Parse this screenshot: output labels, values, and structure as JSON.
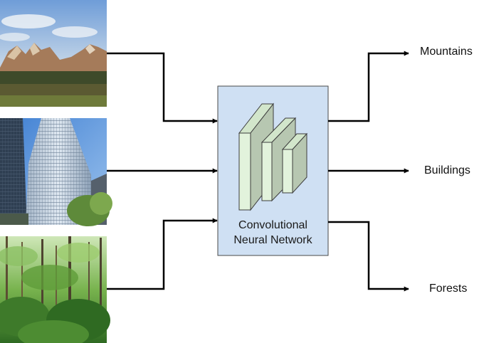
{
  "network": {
    "line1": "Convolutional",
    "line2": "Neural Network"
  },
  "outputs": {
    "mountains": "Mountains",
    "buildings": "Buildings",
    "forests": "Forests"
  },
  "colors": {
    "network_fill": "#cfe0f3",
    "layer_fill": "#e2f3dc",
    "layer_side": "#b7c7b1",
    "layer_top": "#d2e6cb",
    "line": "#000000"
  },
  "inputs": [
    {
      "kind": "mountains-photo"
    },
    {
      "kind": "buildings-photo"
    },
    {
      "kind": "forest-photo"
    }
  ]
}
